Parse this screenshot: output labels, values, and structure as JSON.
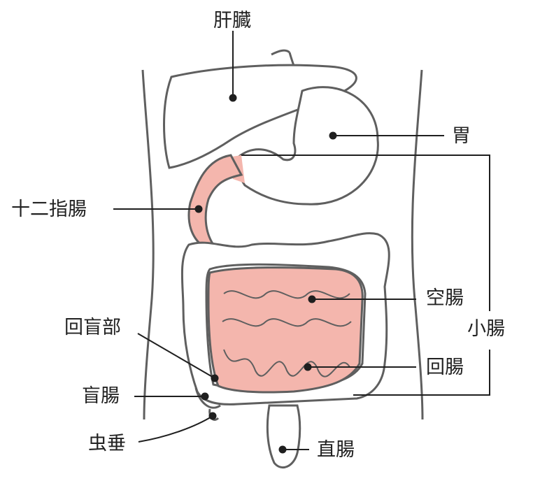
{
  "colors": {
    "outline": "#5f5f5f",
    "intestine_fill": "#f4b6ad",
    "leader": "#1f1f1f",
    "background": "#ffffff"
  },
  "labels": {
    "liver": "肝臓",
    "stomach": "胃",
    "duodenum": "十二指腸",
    "small_intestine": "小腸",
    "jejunum": "空腸",
    "ileocecal": "回盲部",
    "ileum": "回腸",
    "cecum": "盲腸",
    "appendix": "虫垂",
    "rectum": "直腸"
  }
}
